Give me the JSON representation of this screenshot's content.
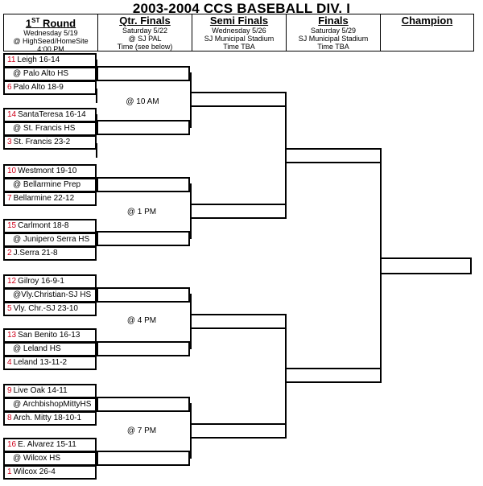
{
  "title": "2003-2004 CCS BASEBALL DIV. I",
  "rounds": [
    {
      "name": "1ST Round",
      "sup": "ST",
      "lines": [
        "Wednesday 5/19",
        "@ HighSeed/HomeSite",
        "4:00 PM"
      ]
    },
    {
      "name": "Qtr. Finals",
      "lines": [
        "Saturday 5/22",
        "@ SJ PAL",
        "Time (see below)"
      ]
    },
    {
      "name": "Semi Finals",
      "lines": [
        "Wednesday 5/26",
        "SJ Municipal Stadium",
        "Time TBA"
      ]
    },
    {
      "name": "Finals",
      "lines": [
        "Saturday 5/29",
        "SJ Municipal Stadium",
        "Time TBA"
      ]
    },
    {
      "name": "Champion",
      "lines": []
    }
  ],
  "first_round_rows": [
    {
      "seed": "11",
      "text": "Leigh 16-14"
    },
    {
      "seed": "",
      "text": "@ Palo Alto HS"
    },
    {
      "seed": "6",
      "text": "Palo Alto 18-9"
    },
    {
      "seed": "14",
      "text": "SantaTeresa 16-14"
    },
    {
      "seed": "",
      "text": "@ St. Francis HS"
    },
    {
      "seed": "3",
      "text": "St. Francis 23-2"
    },
    {
      "seed": "10",
      "text": "Westmont 19-10"
    },
    {
      "seed": "",
      "text": "@ Bellarmine Prep"
    },
    {
      "seed": "7",
      "text": "Bellarmine 22-12"
    },
    {
      "seed": "15",
      "text": "Carlmont 18-8"
    },
    {
      "seed": "",
      "text": "@ Junipero Serra HS"
    },
    {
      "seed": "2",
      "text": "J.Serra 21-8"
    },
    {
      "seed": "12",
      "text": "Gilroy 16-9-1"
    },
    {
      "seed": "",
      "text": "@Vly.Christian-SJ HS"
    },
    {
      "seed": "5",
      "text": "Vly. Chr.-SJ 23-10"
    },
    {
      "seed": "13",
      "text": "San Benito 16-13"
    },
    {
      "seed": "",
      "text": "@ Leland HS"
    },
    {
      "seed": "4",
      "text": "Leland 13-11-2"
    },
    {
      "seed": "9",
      "text": "Live Oak 14-11"
    },
    {
      "seed": "",
      "text": "@ ArchbishopMittyHS"
    },
    {
      "seed": "8",
      "text": "Arch. Mitty 18-10-1"
    },
    {
      "seed": "16",
      "text": "E. Alvarez 15-11"
    },
    {
      "seed": "",
      "text": "@ Wilcox HS"
    },
    {
      "seed": "1",
      "text": "Wilcox 26-4"
    }
  ],
  "qf_times": [
    "@ 10 AM",
    "@ 1 PM",
    "@ 4 PM",
    "@ 7 PM"
  ]
}
